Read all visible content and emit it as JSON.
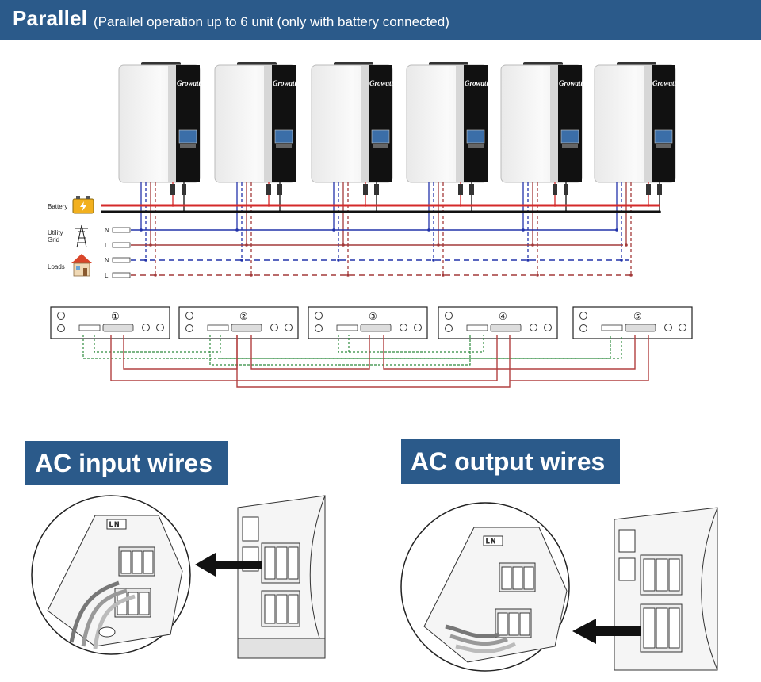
{
  "header": {
    "title": "Parallel",
    "subtitle": "(Parallel operation up to 6 unit (only with battery connected)"
  },
  "inverters": {
    "brand": "Growatt",
    "count": 6
  },
  "legend": {
    "battery": "Battery",
    "utility_line1": "Utility",
    "utility_line2": "Grid",
    "loads": "Loads",
    "n": "N",
    "l": "L"
  },
  "boards": [
    "①",
    "②",
    "③",
    "④",
    "⑤"
  ],
  "sections": {
    "ac_input": "AC input wires",
    "ac_output": "AC output wires"
  },
  "colors": {
    "header_bg": "#2b5a8a",
    "battery_pos": "#d42a2a",
    "battery_neg": "#111111",
    "grid_n": "#2233aa",
    "grid_l": "#a33a3a",
    "signal_green": "#2e8b3e",
    "signal_red": "#b24040"
  }
}
